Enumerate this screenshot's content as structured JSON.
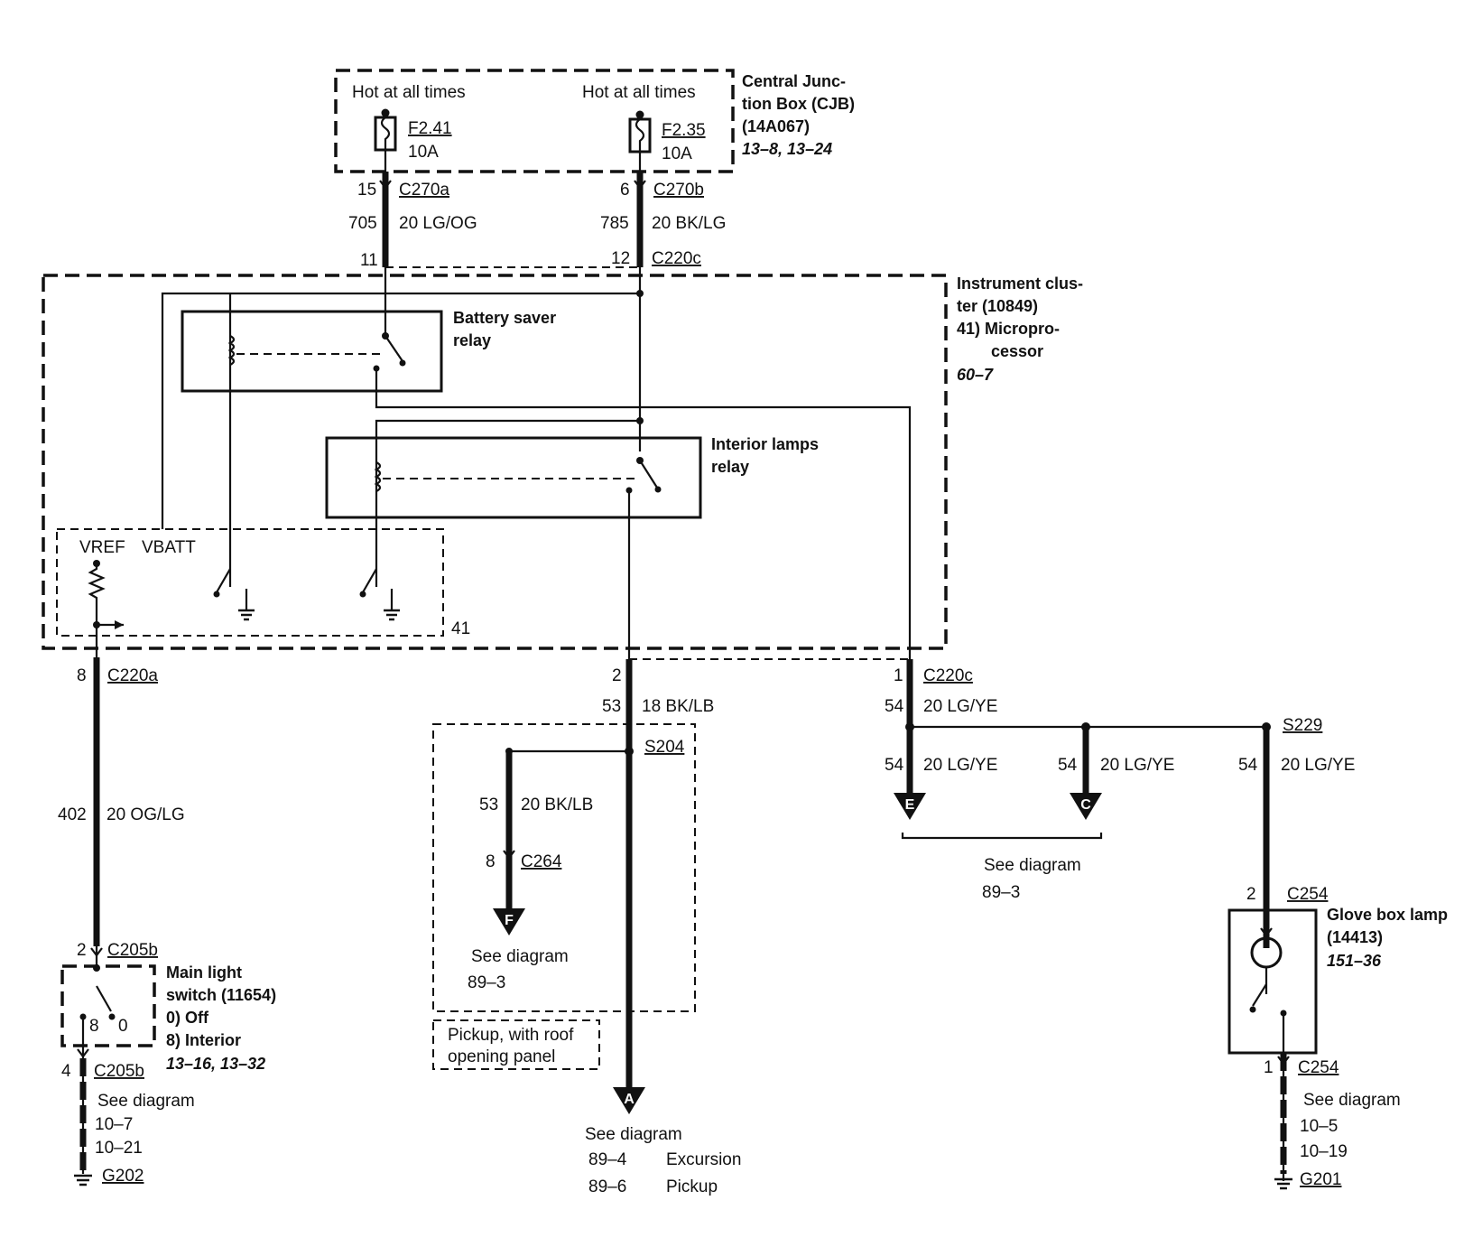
{
  "cjb": {
    "hot_left": "Hot at all times",
    "hot_right": "Hot at all times",
    "fuse_left_name": "F2.41",
    "fuse_left_rating": "10A",
    "fuse_right_name": "F2.35",
    "fuse_right_rating": "10A",
    "title_lines": [
      "Central Junc-",
      "tion Box (CJB)",
      "(14A067)"
    ],
    "ref": "13–8, 13–24"
  },
  "top_wires": {
    "left_pin_top": "15",
    "left_conn_top": "C270a",
    "left_circuit": "705",
    "left_color": "20 LG/OG",
    "left_pin_bottom": "11",
    "right_pin_top": "6",
    "right_conn_top": "C270b",
    "right_circuit": "785",
    "right_color": "20 BK/LG",
    "right_pin_bottom": "12",
    "right_conn_bottom": "C220c"
  },
  "cluster": {
    "title_lines": [
      "Instrument clus-",
      "ter (10849)",
      "41)  Micropro-",
      "cessor"
    ],
    "ref": "60–7",
    "battery_relay_lines": [
      "Battery saver",
      "relay"
    ],
    "interior_relay_lines": [
      "Interior lamps",
      "relay"
    ],
    "vref": "VREF",
    "vbatt": "VBATT",
    "module_id": "41"
  },
  "left_branch": {
    "pin": "8",
    "conn": "C220a",
    "circuit": "402",
    "color": "20 OG/LG",
    "pin2": "2",
    "conn2": "C205b",
    "switch_lines": [
      "Main light",
      "switch (11654)",
      "0)    Off",
      "8)    Interior"
    ],
    "switch_ref": "13–16, 13–32",
    "pos_8": "8",
    "pos_0": "0",
    "pin3": "4",
    "conn3": "C205b",
    "see": "See diagram",
    "refs": [
      "10–7",
      "10–21"
    ],
    "ground": "G202"
  },
  "middle_branch": {
    "pin": "2",
    "circuit": "53",
    "color": "18 BK/LB",
    "splice": "S204",
    "sub_circuit": "53",
    "sub_color": "20 BK/LB",
    "sub_pin": "8",
    "sub_conn": "C264",
    "sub_arrow": "F",
    "sub_see": "See diagram",
    "sub_ref": "89–3",
    "note_lines": [
      "Pickup, with roof",
      "opening panel"
    ],
    "arrow": "A",
    "see": "See diagram",
    "refs": [
      {
        "ref": "89–4",
        "label": "Excursion"
      },
      {
        "ref": "89–6",
        "label": "Pickup"
      }
    ]
  },
  "right_branch": {
    "pin": "1",
    "conn": "C220c",
    "circuit": "54",
    "color": "20 LG/YE",
    "e_circuit": "54",
    "e_color": "20 LG/YE",
    "c_circuit": "54",
    "c_color": "20 LG/YE",
    "arrow_e": "E",
    "arrow_c": "C",
    "see": "See diagram",
    "ref": "89–3",
    "splice": "S229",
    "g_circuit": "54",
    "g_color": "20 LG/YE",
    "pin2": "2",
    "conn2": "C254",
    "lamp_lines": [
      "Glove box lamp",
      "(14413)"
    ],
    "lamp_ref": "151–36",
    "pin3": "1",
    "conn3": "C254",
    "see2": "See diagram",
    "refs2": [
      "10–5",
      "10–19"
    ],
    "ground": "G201"
  }
}
